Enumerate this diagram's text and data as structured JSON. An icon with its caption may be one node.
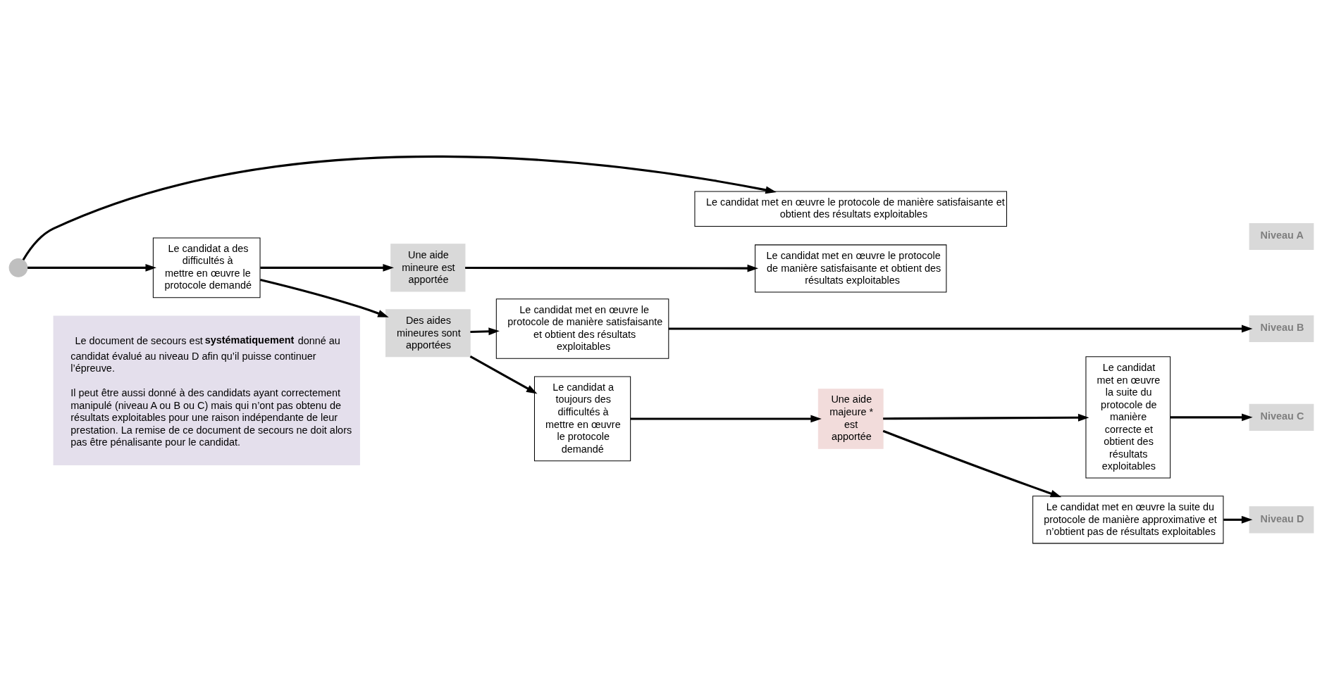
{
  "diagram": {
    "nodes": [
      {
        "text": [],
        "shape": "circle"
      },
      {
        "text": [
          "Le candidat met en œuvre le protocole de manière satisfaisante et obtient des résultats exploitables"
        ]
      },
      {
        "text": [
          "Le candidat a des difficultés à mettre en œuvre le protocole demandé"
        ]
      },
      {
        "text": [
          "Une aide mineure est apportée"
        ]
      },
      {
        "text": [
          "Le candidat met en œuvre le protocole de manière satisfaisante et obtient des résultats exploitables"
        ]
      },
      {
        "text": [
          "Des aides mineures sont apportées"
        ]
      },
      {
        "text": [
          "Le candidat met en œuvre le protocole de manière satisfaisante et obtient des résultats exploitables"
        ]
      },
      {
        "text": [
          "Le candidat a toujours des difficultés à mettre en œuvre le protocole demandé"
        ]
      },
      {
        "text": [
          "Une aide majeure * est apportée"
        ]
      },
      {
        "text": [
          "Le candidat met en œuvre la suite du protocole de manière correcte et obtient des résultats exploitables"
        ]
      },
      {
        "text": [
          "Le candidat met en œuvre la suite du protocole de manière approximative et n’obtient pas de résultats exploitables"
        ]
      },
      {
        "text": [
          "Niveau A"
        ]
      },
      {
        "text": [
          "Niveau B"
        ]
      },
      {
        "text": [
          "Niveau C"
        ]
      },
      {
        "text": [
          "Niveau D"
        ]
      },
      {
        "text": [
          "Le document de secours est **systématiquement** donné au candidat évalué au niveau D afin qu’il puisse continuer l’épreuve.",
          "Il peut être aussi donné à des candidats ayant correctement manipulé (niveau A ou B ou C) mais qui n’ont pas obtenu de résultats exploitables pour une raison indépendante de leur prestation. La remise de ce document de secours ne doit alors pas être pénalisante pour le candidat."
        ]
      }
    ],
    "edges": [
      {
        "from": 0,
        "to": 1,
        "arrow": "to"
      },
      {
        "from": 0,
        "to": 2,
        "arrow": "to"
      },
      {
        "from": 2,
        "to": 3,
        "arrow": "to"
      },
      {
        "from": 2,
        "to": 5,
        "arrow": "to"
      },
      {
        "from": 3,
        "to": 4,
        "arrow": "to"
      },
      {
        "from": 5,
        "to": 6,
        "arrow": "to"
      },
      {
        "from": 5,
        "to": 7,
        "arrow": "to"
      },
      {
        "from": 7,
        "to": 8,
        "arrow": "to"
      },
      {
        "from": 8,
        "to": 9,
        "arrow": "to"
      },
      {
        "from": 8,
        "to": 10,
        "arrow": "to"
      },
      {
        "from": 6,
        "to": 12,
        "arrow": "to"
      },
      {
        "from": 9,
        "to": 13,
        "arrow": "to"
      },
      {
        "from": 10,
        "to": 14,
        "arrow": "to"
      }
    ]
  }
}
